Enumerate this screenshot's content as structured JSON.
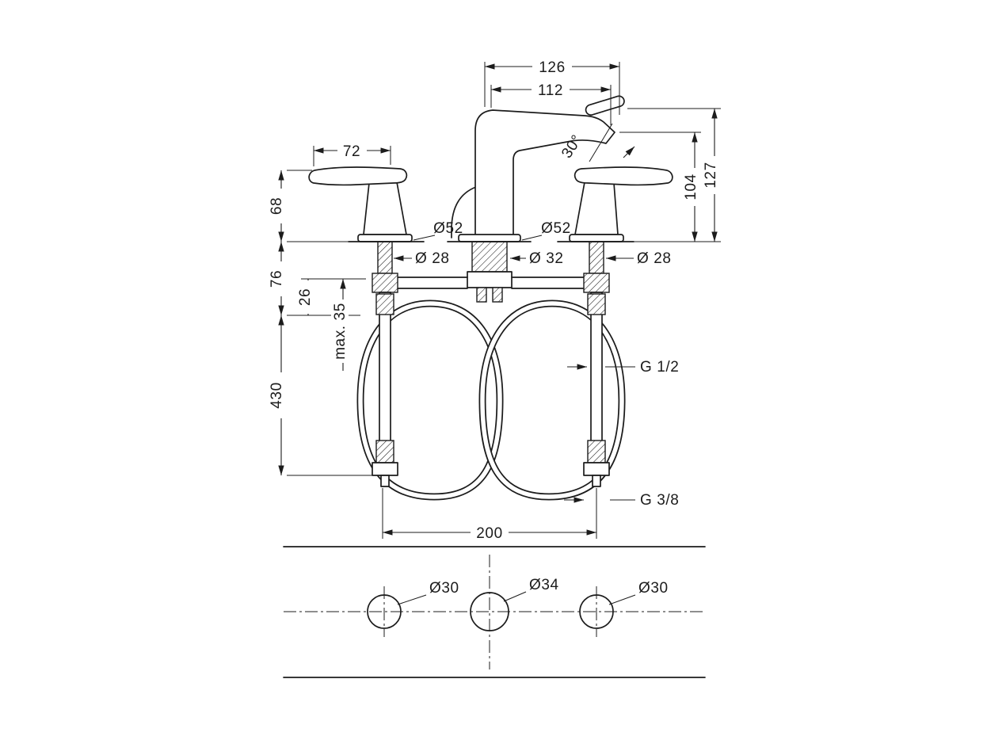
{
  "drawing": {
    "type": "technical-dimension-drawing",
    "subject": "3-hole widespread basin mixer faucet, front view with supply hoses and hole-drilling plan view",
    "colors": {
      "background": "#ffffff",
      "line": "#1c1c1c"
    },
    "labels": {
      "width_overall": "126",
      "width_spout": "112",
      "handle_width": "72",
      "handle_height": "68",
      "deck_to_tee": "76",
      "tee_gap": "26",
      "hose_length": "430",
      "max_thickness": "max. 35",
      "spout_height": "104",
      "total_height": "127",
      "lever_angle": "30°",
      "hole_spacing": "200",
      "plate_left": "Ø52",
      "plate_center": "Ø52",
      "shank_left": "Ø 28",
      "shank_center": "Ø 32",
      "shank_right": "Ø 28",
      "supply_thread": "G 1/2",
      "hose_thread": "G 3/8",
      "hole_left": "Ø30",
      "hole_center": "Ø34",
      "hole_right": "Ø30"
    }
  }
}
